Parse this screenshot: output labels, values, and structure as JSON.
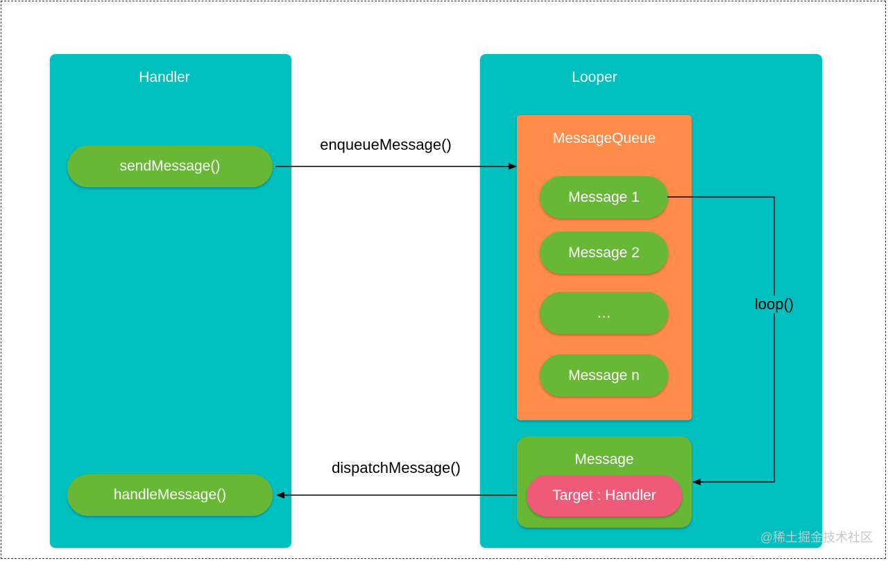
{
  "handler": {
    "title": "Handler",
    "send_message": "sendMessage()",
    "handle_message": "handleMessage()"
  },
  "looper": {
    "title": "Looper",
    "message_queue": {
      "title": "MessageQueue",
      "items": [
        "Message 1",
        "Message 2",
        "…",
        "Message n"
      ]
    },
    "message": {
      "title": "Message",
      "target": "Target : Handler"
    }
  },
  "arrows": {
    "enqueue": "enqueueMessage()",
    "dispatch": "dispatchMessage()",
    "loop": "loop()"
  },
  "watermark": "@稀土掘金技术社区",
  "colors": {
    "panel": "#00BFBF",
    "pill": "#68B836",
    "queue": "#FF8C4A",
    "target": "#EE5A78"
  }
}
